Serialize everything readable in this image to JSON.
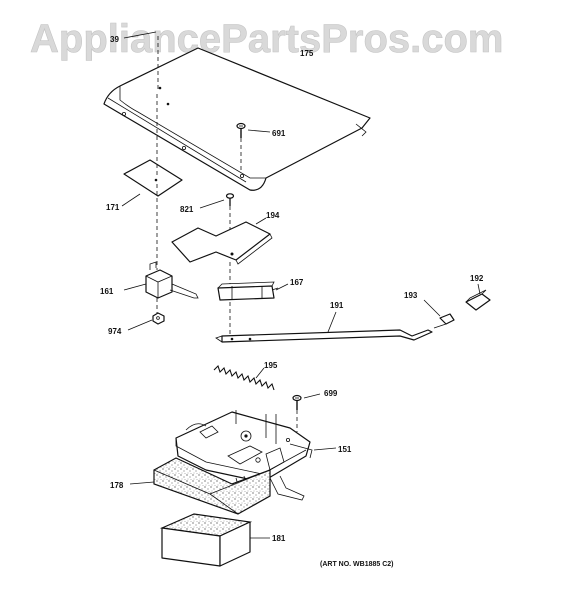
{
  "watermark": "AppliancePartsPros.com",
  "art_number": "(ART NO. WB1885 C2)",
  "callouts": [
    {
      "id": "c39",
      "label": "39"
    },
    {
      "id": "c175",
      "label": "175"
    },
    {
      "id": "c691",
      "label": "691"
    },
    {
      "id": "c171",
      "label": "171"
    },
    {
      "id": "c821",
      "label": "821"
    },
    {
      "id": "c194",
      "label": "194"
    },
    {
      "id": "c161",
      "label": "161"
    },
    {
      "id": "c167",
      "label": "167"
    },
    {
      "id": "c192",
      "label": "192"
    },
    {
      "id": "c191",
      "label": "191"
    },
    {
      "id": "c193",
      "label": "193"
    },
    {
      "id": "c974",
      "label": "974"
    },
    {
      "id": "c195",
      "label": "195"
    },
    {
      "id": "c699",
      "label": "699"
    },
    {
      "id": "c151",
      "label": "151"
    },
    {
      "id": "c178",
      "label": "178"
    },
    {
      "id": "c181",
      "label": "181"
    }
  ]
}
